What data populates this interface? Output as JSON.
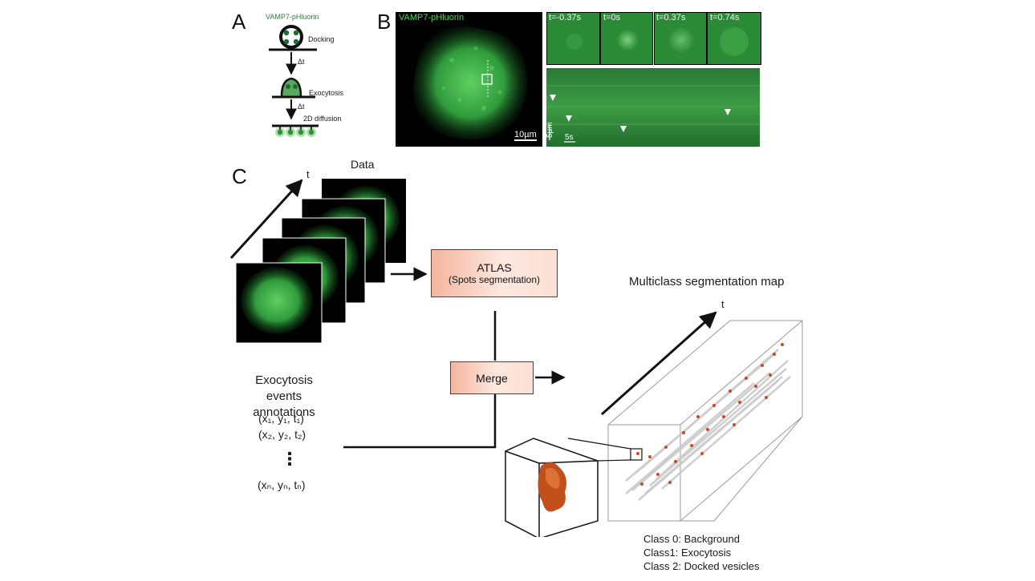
{
  "panel_a": {
    "letter": "A",
    "title": "VAMP7-pHluorin",
    "docking_label": "Docking",
    "delta_t_1": "Δt",
    "exocytosis_label": "Exocytosis",
    "delta_t_2": "Δt",
    "diffusion_label": "2D diffusion"
  },
  "panel_b": {
    "letter": "B",
    "image_title": "VAMP7-pHluorin",
    "scale_bar_image": "10µm",
    "frames": [
      "t=-0.37s",
      "t=0s",
      "t=0.37s",
      "t=0.74s"
    ],
    "kymo_space_scale": "5µm",
    "kymo_time_scale": "5s"
  },
  "panel_c": {
    "letter": "C",
    "time_axis": "t",
    "data_title": "Data",
    "atlas_title": "ATLAS",
    "atlas_subtitle": "(Spots segmentation)",
    "merge_label": "Merge",
    "annotations_line1": "Exocytosis events",
    "annotations_line2": "annotations",
    "coord_1": "(x₁, y₁, t₁)",
    "coord_2": "(x₂, y₂, t₂)",
    "ellipsis": "⋮",
    "coord_n": "(xₙ, yₙ, tₙ)",
    "map_title": "Multiclass segmentation map",
    "map_time_axis": "t",
    "class_0": "Class 0: Background",
    "class_1": "Class1: Exocytosis",
    "class_2": "Class 2: Docked vesicles"
  },
  "colors": {
    "fluorescence_green": "#3fae4a",
    "box_fill": "#f6c3b0",
    "exocytosis_orange": "#c2501c",
    "docked_grey": "#c8c8c8"
  }
}
